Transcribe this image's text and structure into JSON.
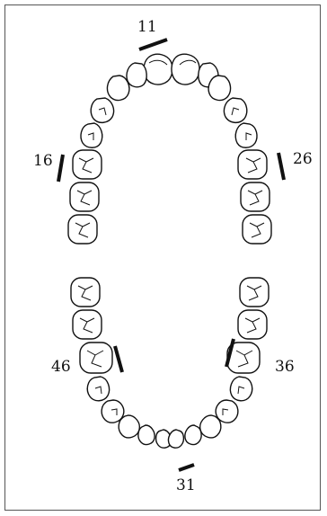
{
  "diagram": {
    "labels": {
      "t11": "11",
      "t16": "16",
      "t26": "26",
      "t46": "46",
      "t36": "36",
      "t31": "31"
    },
    "colors": {
      "stroke": "#111111",
      "frame": "#555555",
      "background": "#ffffff"
    }
  }
}
